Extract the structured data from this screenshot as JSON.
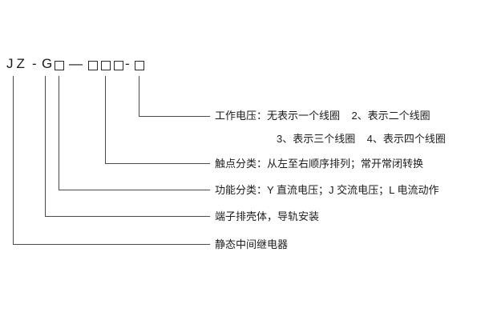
{
  "model_code": {
    "prefix": "JZ",
    "dash1": "-",
    "series": "G",
    "dash2": "—",
    "dash3": "-"
  },
  "labels": {
    "working_voltage_line1": "工作电压：无表示一个线圈    2、表示二个线圈",
    "working_voltage_line2": "3、表示三个线圈    4、表示四个线圈",
    "contact_class": "触点分类：从左至右顺序排列；常开常闭转换",
    "function_class": "功能分类：Y 直流电压；J 交流电压；L 电流动作",
    "housing": "端子排壳体，导轨安装",
    "relay_type": "静态中间继电器"
  },
  "colors": {
    "line": "#4a4a4a",
    "text": "#1c1c1c",
    "background": "#ffffff"
  }
}
